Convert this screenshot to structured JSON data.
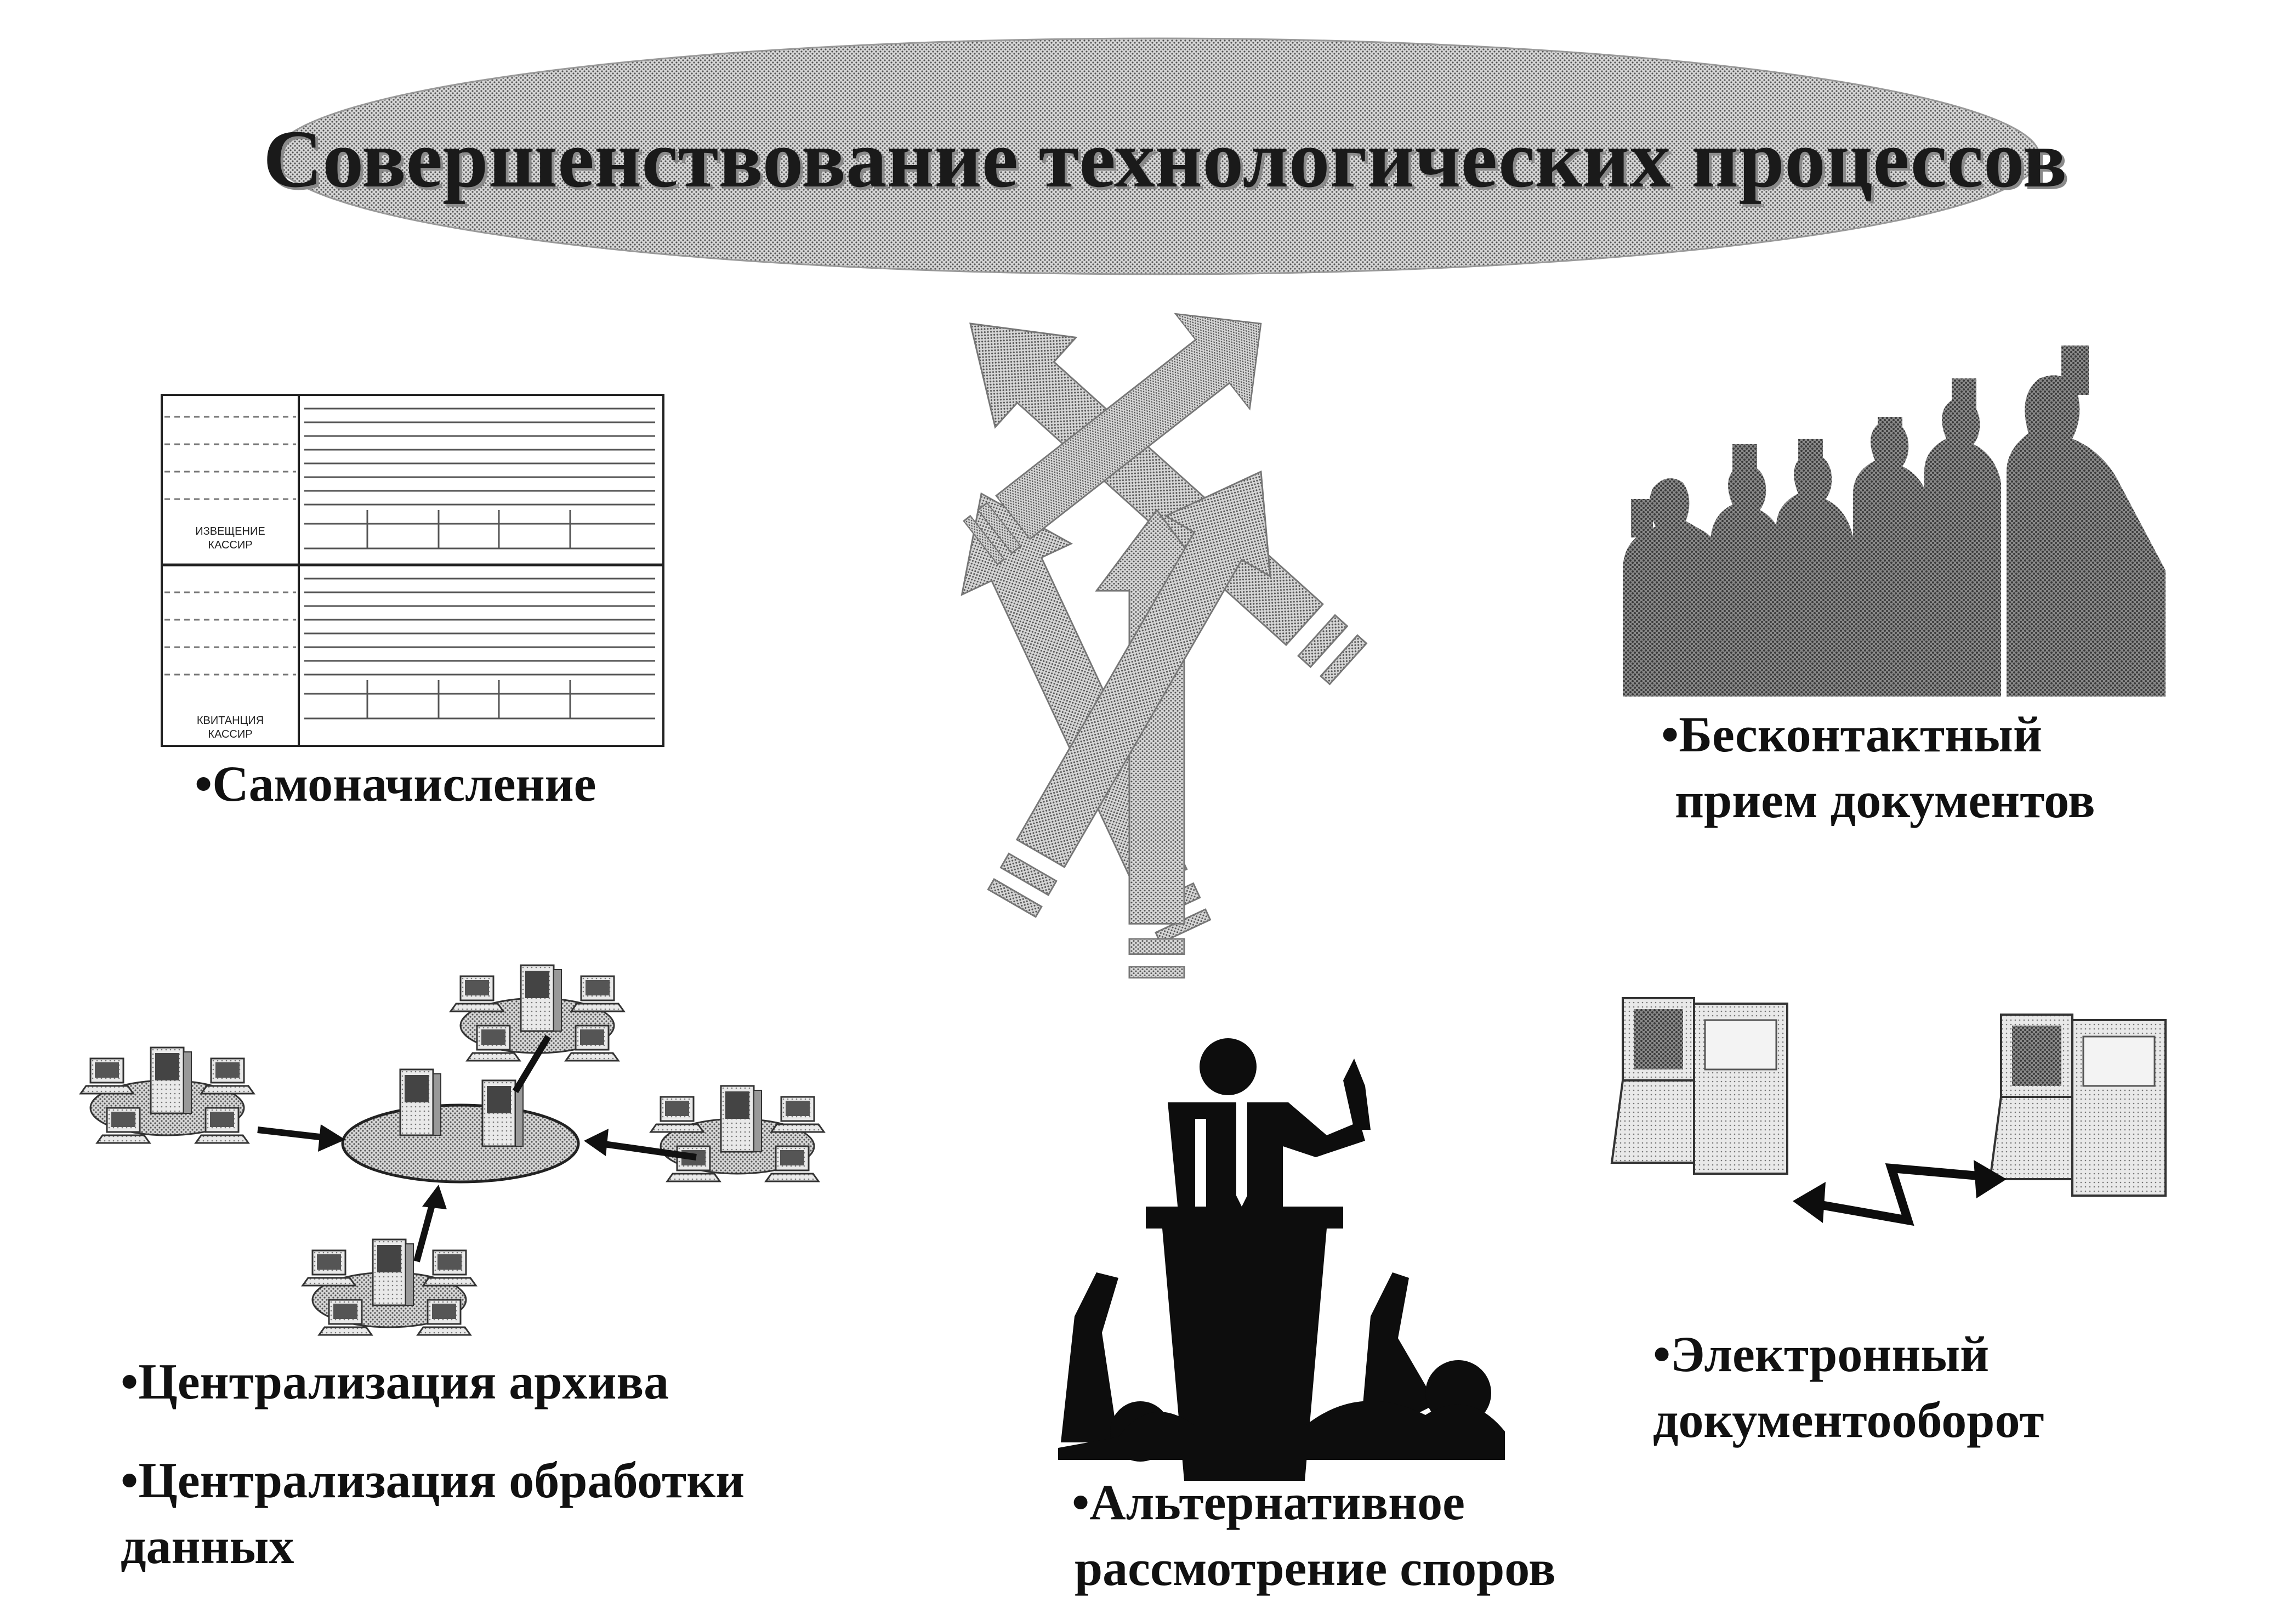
{
  "title": "Совершенствование технологических процессов",
  "labels": {
    "self_assessment": "•Самоначисление",
    "contactless_line1": "•Бесконтактный",
    "contactless_line2": "прием документов",
    "archive_centralization": "•Централизация архива",
    "processing_line1": "•Централизация обработки",
    "processing_line2": "данных",
    "adr_line1": "•Альтернативное",
    "adr_line2": "рассмотрение споров",
    "edo_line1": "•Электронный",
    "edo_line2": "документооборот"
  },
  "form": {
    "stamp_top": "ИЗВЕЩЕНИЕ\nКАССИР",
    "stamp_bottom": "КВИТАНЦИЯ\nКАССИР"
  },
  "colors": {
    "ink": "#111111",
    "ellipse_fill": "#c9c9c9",
    "arrow_fill": "#a8a8a8",
    "silhouette": "#6e6e6e"
  }
}
